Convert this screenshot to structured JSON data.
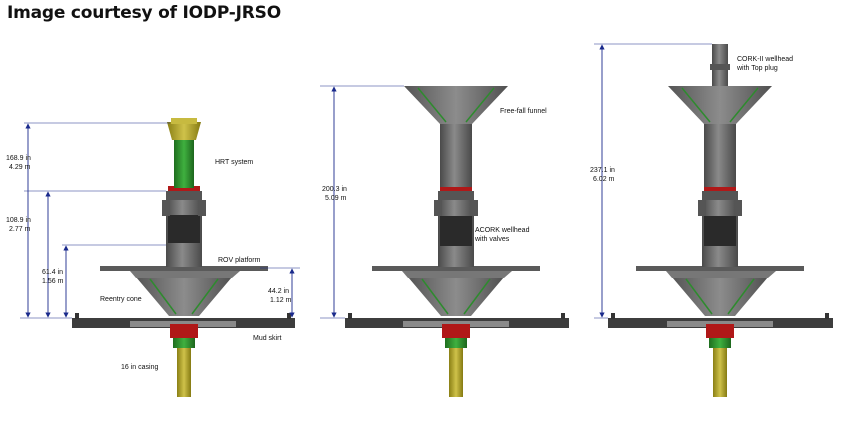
{
  "caption": "Image courtesy of IODP-JRSO",
  "assemblies": [
    {
      "labels": {
        "hrt": "HRT system",
        "rov": "ROV platform",
        "reentry": "Reentry cone",
        "mud": "Mud skirt",
        "casing": "16 in casing"
      },
      "dims": {
        "d1_in": "168.9 in",
        "d1_m": "4.29 m",
        "d2_in": "108.9 in",
        "d2_m": "2.77 m",
        "d3_in": "61.4 in",
        "d3_m": "1.56 m",
        "d4_in": "44.2 in",
        "d4_m": "1.12 m"
      }
    },
    {
      "labels": {
        "funnel": "Free-fall funnel",
        "acork1": "ACORK wellhead",
        "acork2": "with valves"
      },
      "dims": {
        "d1_in": "200.3 in",
        "d1_m": "5.09 m"
      }
    },
    {
      "labels": {
        "cork1": "CORK-II wellhead",
        "cork2": "with Top plug"
      },
      "dims": {
        "d1_in": "237.1 in",
        "d1_m": "6.02 m"
      }
    }
  ],
  "colors": {
    "steel": "#6e6e6e",
    "steel_dark": "#3a3a3a",
    "green": "#2e8b2e",
    "red": "#b01818",
    "olive": "#b0a428",
    "dim": "#1a2a8c"
  }
}
